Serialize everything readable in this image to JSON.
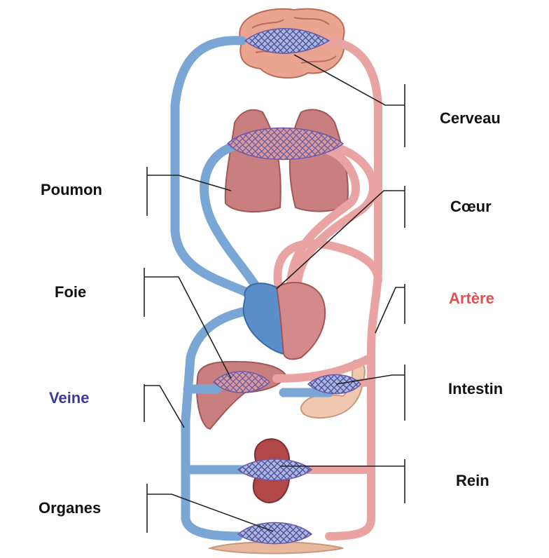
{
  "labels": {
    "cerveau": "Cerveau",
    "poumon": "Poumon",
    "coeur": "Cœur",
    "foie": "Foie",
    "artere": "Artère",
    "veine": "Veine",
    "intestin": "Intestin",
    "rein": "Rein",
    "organes": "Organes"
  },
  "colors": {
    "vein": "#7aa6d6",
    "vein_dark": "#4d7fb8",
    "artery": "#e9a3a3",
    "artery_dark": "#c46d6d",
    "organ": "#c97f7f",
    "organ_dark": "#a15757",
    "capillary": "#6b5aa8",
    "veine_text": "#3a3a96",
    "artere_text": "#e0504f",
    "leader": "#222222"
  }
}
